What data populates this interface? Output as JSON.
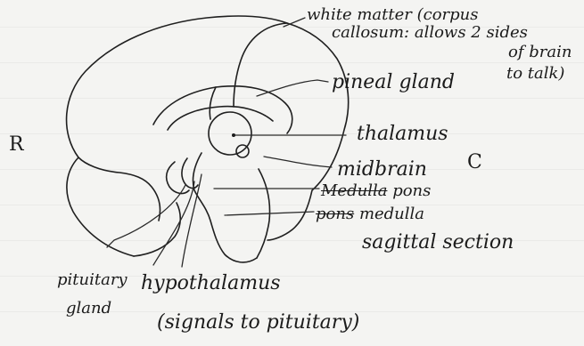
{
  "labels": {
    "white_matter_line1": "white matter (corpus",
    "white_matter_line2": "callosum: allows 2 sides",
    "white_matter_line3": "of brain",
    "white_matter_line4": "to talk)",
    "pineal_gland": "pineal gland",
    "thalamus": "thalamus",
    "midbrain": "midbrain",
    "medulla_struck": "Medulla",
    "pons_upper": "pons",
    "pons_struck": "pons",
    "medulla_lower": "medulla",
    "sagittal_section": "sagittal section",
    "r_marker": "R",
    "c_marker": "C",
    "pituitary_line1": "pituitary",
    "pituitary_line2": "gland",
    "hypothalamus": "hypothalamus",
    "hypothalamus_note": "(signals to pituitary)"
  }
}
